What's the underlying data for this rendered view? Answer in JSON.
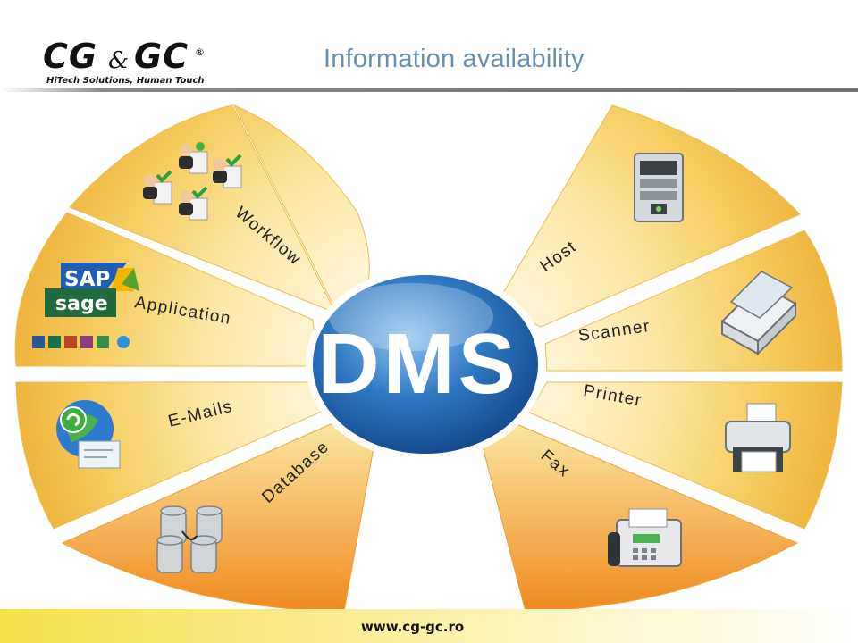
{
  "header": {
    "logo_text": "CG&GC®",
    "logo_tagline": "HiTech Solutions, Human Touch",
    "title": "Information availability"
  },
  "hub": {
    "label": "DMS"
  },
  "segments": {
    "workflow": "Workflow",
    "application": "Application",
    "emails": "E-Mails",
    "database": "Database",
    "host": "Host",
    "scanner": "Scanner",
    "printer": "Printer",
    "fax": "Fax"
  },
  "brands": {
    "sap": "SAP",
    "sage": "sage"
  },
  "footer": {
    "url": "www.cg-gc.ro"
  },
  "colors": {
    "segment_light": "#fbeeb8",
    "segment_mid": "#f2c24f",
    "segment_dark": "#f08a1e",
    "title": "#6b8fb3",
    "hub": "#1f5fa8"
  }
}
